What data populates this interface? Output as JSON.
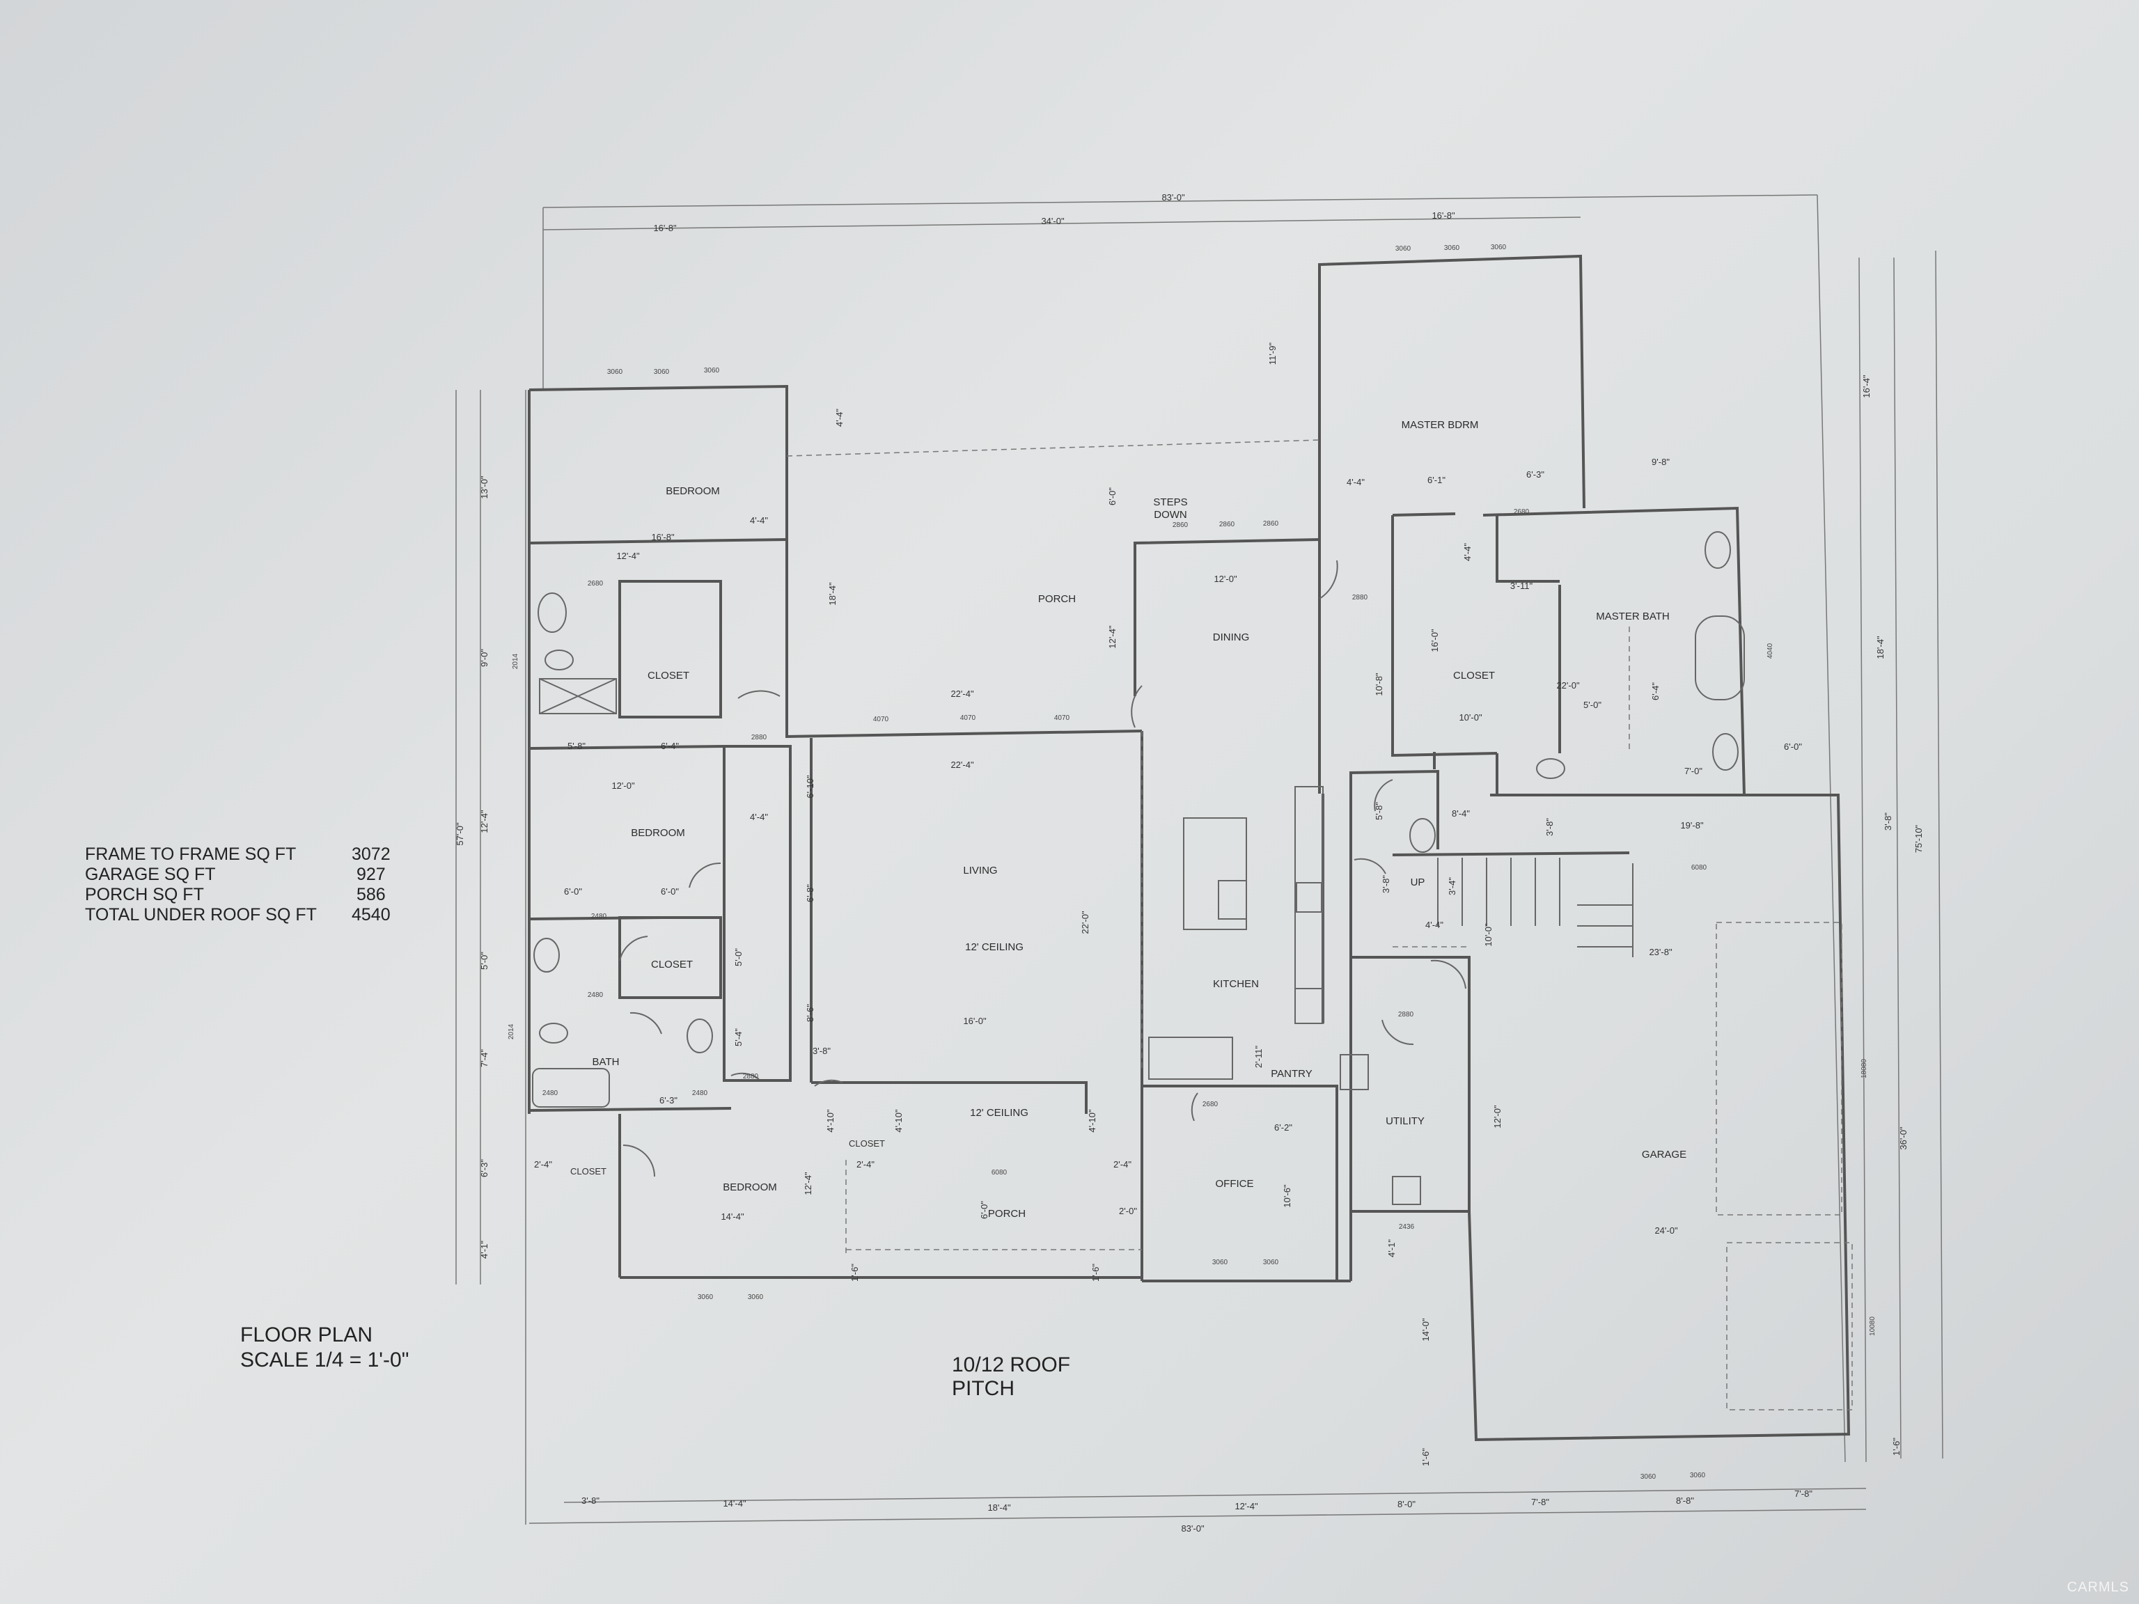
{
  "plan": {
    "title": "FLOOR PLAN",
    "scale": "SCALE 1/4 = 1'-0\"",
    "roof_pitch": [
      "10/12 ROOF",
      "PITCH"
    ],
    "stats": [
      {
        "label": "FRAME TO FRAME SQ FT",
        "value": "3072"
      },
      {
        "label": "GARAGE SQ FT",
        "value": "927"
      },
      {
        "label": "PORCH SQ FT",
        "value": "586"
      },
      {
        "label": "TOTAL UNDER ROOF SQ FT",
        "value": "4540"
      }
    ],
    "rooms": {
      "bedroom_nw": "BEDROOM",
      "closet_nw": "CLOSET",
      "bedroom_w": "BEDROOM",
      "closet_w": "CLOSET",
      "bath": "BATH",
      "closet_sw": "CLOSET",
      "bedroom_sw": "BEDROOM",
      "closet_small": "CLOSET",
      "porch_rear": "PORCH",
      "steps_down": [
        "STEPS",
        "DOWN"
      ],
      "dining": "DINING",
      "living": "LIVING",
      "living_ceiling": "12' CEILING",
      "entry_ceiling": "12' CEILING",
      "kitchen": "KITCHEN",
      "pantry": "PANTRY",
      "porch_front": "PORCH",
      "office": "OFFICE",
      "master_bdrm": "MASTER BDRM",
      "master_bath": "MASTER BATH",
      "closet_master": "CLOSET",
      "utility": "UTILITY",
      "up": "UP",
      "garage": "GARAGE"
    },
    "dims": {
      "top_total": "83'-0\"",
      "top_1": "16'-8\"",
      "top_2": "34'-0\"",
      "top_3": "16'-8\"",
      "bottom_total": "83'-0\"",
      "bottom": [
        "3'-8\"",
        "14'-4\"",
        "18'-4\"",
        "12'-4\"",
        "8'-0\"",
        "7'-8\"",
        "8'-8\"",
        "7'-8\""
      ],
      "left_total": "57'-0\"",
      "left": [
        "13'-0\"",
        "9'-0\"",
        "12'-4\"",
        "5'-0\"",
        "7'-4\"",
        "6'-3\"",
        "4'-1\""
      ],
      "right_total": "75'-10\"",
      "right": [
        "16'-4\"",
        "18'-4\"",
        "3'-8\"",
        "36'-0\"",
        "1'-6\""
      ],
      "inner": {
        "a": "16'-8\"",
        "b": "4'-4\"",
        "c": "12'-4\"",
        "d": "4'-4\"",
        "e": "18'-4\"",
        "f": "6'-0\"",
        "g": "12'-4\"",
        "h": "22'-4\"",
        "i": "22'-4\"",
        "j": "12'-0\"",
        "k": "11'-9\"",
        "l": "4'-4\"",
        "m": "6'-1\"",
        "n": "6'-3\"",
        "o": "9'-8\"",
        "p": "4'-4\"",
        "q": "3'-11\"",
        "r": "16'-0\"",
        "s": "22'-0\"",
        "t": "10'-0\"",
        "u": "5'-0\"",
        "v": "6'-4\"",
        "w": "6'-0\"",
        "x": "10'-8\"",
        "y": "7'-0\"",
        "z": "19'-8\"",
        "aa": "5'-8\"",
        "ab": "8'-4\"",
        "ac": "3'-8\"",
        "ad": "3'-8\"",
        "ae": "3'-4\"",
        "af": "4'-4\"",
        "ag": "10'-0\"",
        "ah": "23'-8\"",
        "ai": "5'-8\"",
        "aj": "6'-4\"",
        "ak": "12'-0\"",
        "al": "4'-4\"",
        "am": "6'-0\"",
        "an": "6'-0\"",
        "ao": "5'-0\"",
        "ap": "5'-4\"",
        "aq": "6'-10\"",
        "ar": "6'-8\"",
        "as": "22'-0\"",
        "at": "8'-6\"",
        "au": "16'-0\"",
        "av": "3'-8\"",
        "aw": "6'-3\"",
        "ax": "4'-10\"",
        "ay": "4'-10\"",
        "az": "4'-10\"",
        "ba": "2'-4\"",
        "bb": "2'-4\"",
        "bc": "2'-4\"",
        "bd": "12'-4\"",
        "be": "14'-4\"",
        "bf": "6'-0\"",
        "bg": "2'-0\"",
        "bh": "2'-11\"",
        "bi": "6'-2\"",
        "bj": "10'-6\"",
        "bk": "12'-0\"",
        "bl": "24'-0\"",
        "bm": "4'-1\"",
        "bn": "14'-0\"",
        "bo": "1'-6\"",
        "bp": "1'-6\"",
        "bq": "1'-6\"",
        "br": "2'-4\""
      }
    },
    "windows": {
      "w3060": "3060",
      "w2680": "2680",
      "w4070": "4070",
      "w2880": "2880",
      "w2480": "2480",
      "w2014": "2014",
      "w2860": "2860",
      "w6080": "6080",
      "w4040": "4040",
      "w2436": "2436",
      "w18080": "18080",
      "w10080": "10080"
    },
    "watermark": "CARMLS"
  }
}
